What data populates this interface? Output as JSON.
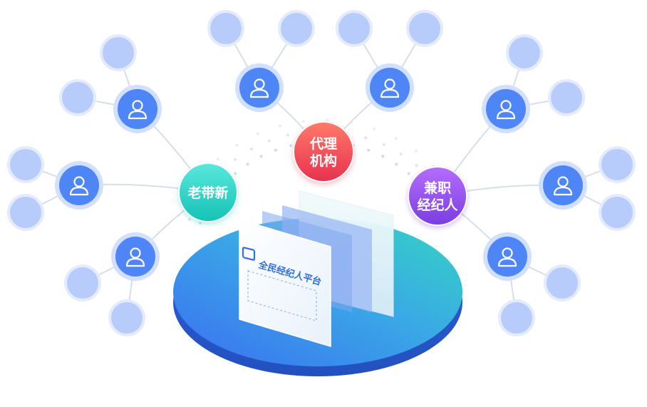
{
  "hubs": [
    {
      "id": "lao-dai-xin",
      "lines": [
        "老带新"
      ],
      "color_from": "#4ee0d6",
      "color_to": "#1cc6c0"
    },
    {
      "id": "dai-li-ji-gou",
      "lines": [
        "代理",
        "机构"
      ],
      "color_from": "#ff6b6b",
      "color_to": "#e8364f"
    },
    {
      "id": "jian-zhi-jing-ji-ren",
      "lines": [
        "兼职",
        "经纪人"
      ],
      "color_from": "#b264ff",
      "color_to": "#7b3fe0"
    }
  ],
  "platform_card": {
    "title": "全民经纪人平台"
  },
  "colors": {
    "user_node": "#4f86f7",
    "user_ring": "#d2e0ff",
    "leaf_node": "#b8ccfb",
    "connector": "#d7deeb",
    "dots": "#c3d2f4",
    "platform_top_from": "#3b8ef0",
    "platform_top_to": "#2ecfc0"
  },
  "icons": {
    "user": "user-icon",
    "logo": "platform-logo-icon"
  }
}
